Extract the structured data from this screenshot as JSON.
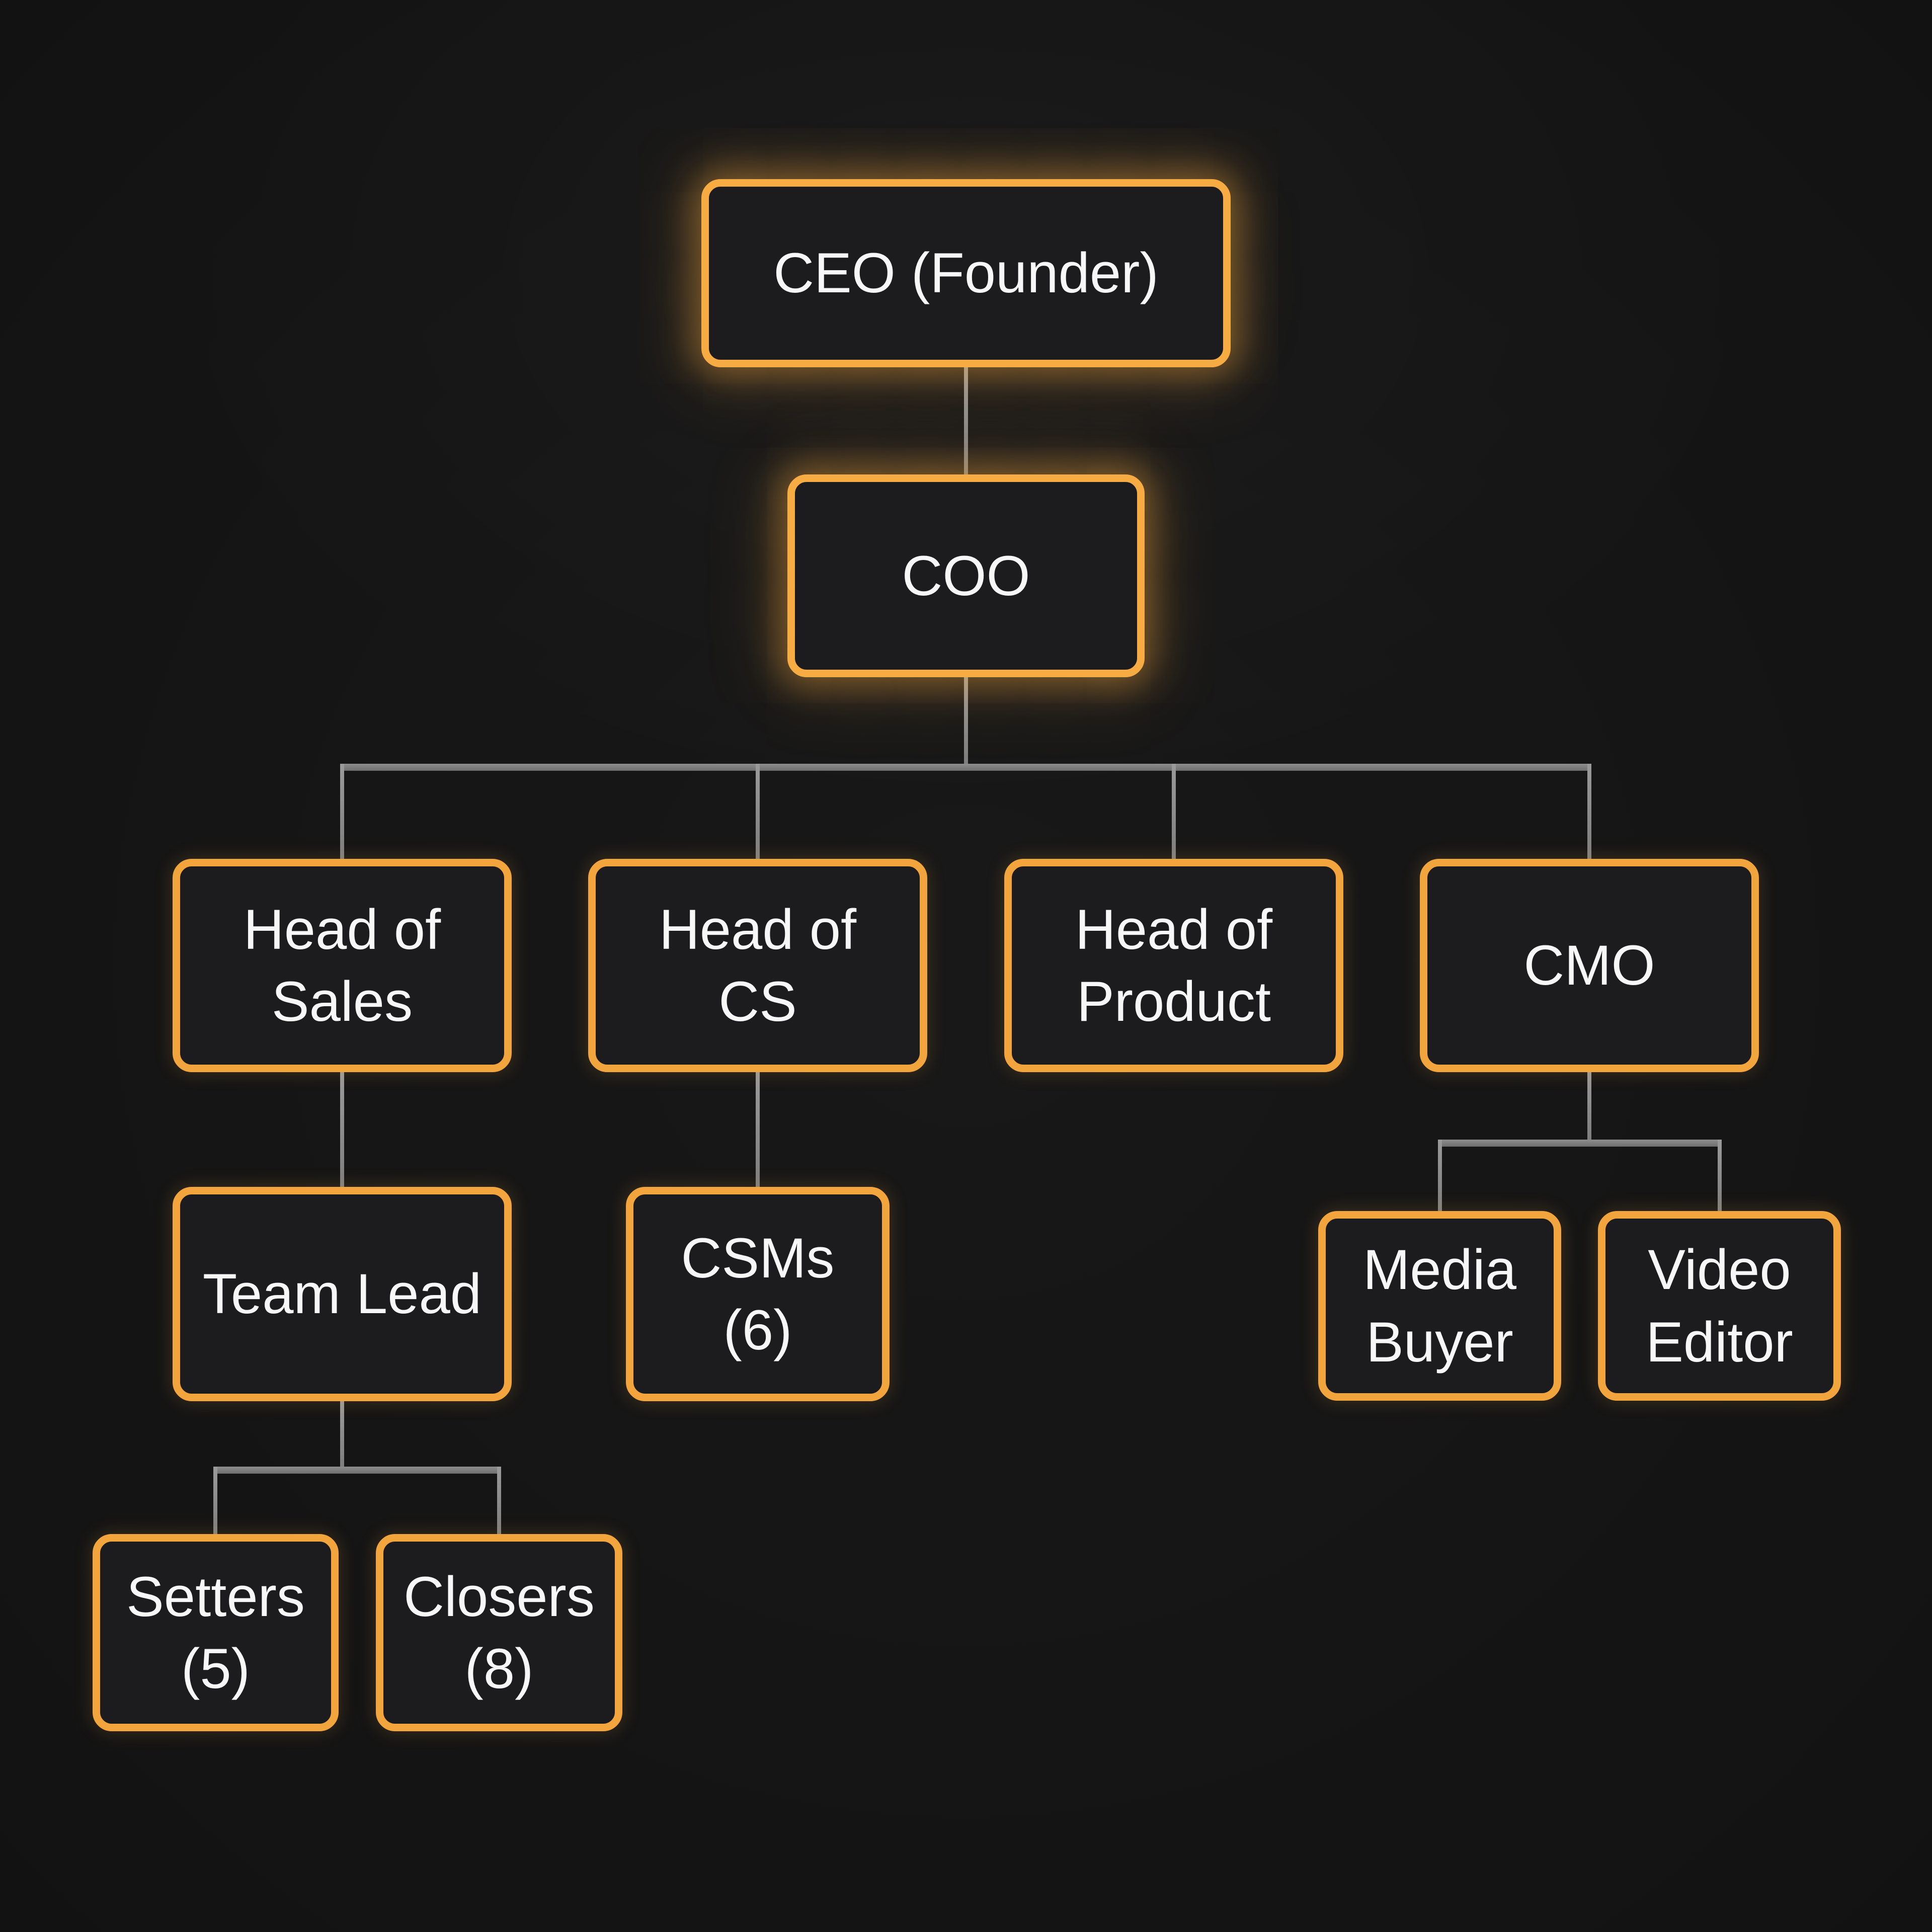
{
  "chart_type": "org-chart",
  "colors": {
    "background": "#141414",
    "box_fill": "#1c1c1e",
    "border_orange": "#f3a53d",
    "highlight_glow": "#f7ab43",
    "connector_gray": "#8f8f8f",
    "text": "#f7f7f7"
  },
  "highlighted_nodes": [
    "ceo",
    "coo"
  ],
  "nodes": {
    "ceo": {
      "label": "CEO (Founder)"
    },
    "coo": {
      "label": "COO"
    },
    "head_of_sales": {
      "label": "Head of Sales"
    },
    "head_of_cs": {
      "label": "Head of CS"
    },
    "head_of_product": {
      "label": "Head of Product"
    },
    "cmo": {
      "label": "CMO"
    },
    "team_lead": {
      "label": "Team Lead"
    },
    "csms": {
      "label": "CSMs (6)"
    },
    "media_buyer": {
      "label": "Media Buyer"
    },
    "video_editor": {
      "label": "Video Editor"
    },
    "setters": {
      "label": "Setters (5)"
    },
    "closers": {
      "label": "Closers (8)"
    }
  },
  "hierarchy": [
    {
      "parent": "CEO (Founder)",
      "children": [
        "COO"
      ]
    },
    {
      "parent": "COO",
      "children": [
        "Head of Sales",
        "Head of CS",
        "Head of Product",
        "CMO"
      ]
    },
    {
      "parent": "Head of Sales",
      "children": [
        "Team Lead"
      ]
    },
    {
      "parent": "Head of CS",
      "children": [
        "CSMs (6)"
      ]
    },
    {
      "parent": "Team Lead",
      "children": [
        "Setters (5)",
        "Closers (8)"
      ]
    },
    {
      "parent": "CMO",
      "children": [
        "Media Buyer",
        "Video Editor"
      ]
    }
  ]
}
